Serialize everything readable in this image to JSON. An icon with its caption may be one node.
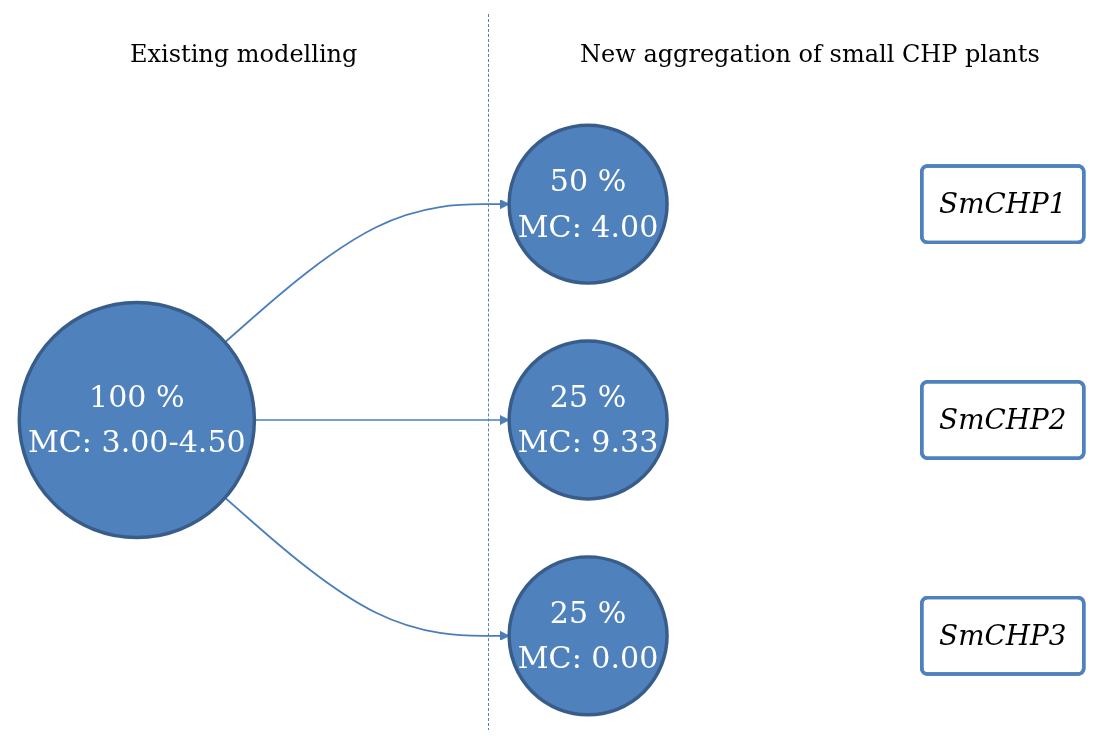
{
  "diagram": {
    "nodes": [
      {
        "text": [
          "100 %",
          "MC: 3.00-4.50"
        ]
      },
      {
        "text": [
          "50 %",
          "MC: 4.00"
        ]
      },
      {
        "text": [
          "25 %",
          "MC: 9.33"
        ]
      },
      {
        "text": [
          "25 %",
          "MC: 0.00"
        ]
      },
      {
        "text": [
          "SmCHP1"
        ]
      },
      {
        "text": [
          "SmCHP2"
        ]
      },
      {
        "text": [
          "SmCHP3"
        ]
      }
    ],
    "edges": [
      {
        "from": 0,
        "to": 1,
        "arrow": "to"
      },
      {
        "from": 0,
        "to": 2,
        "arrow": "to"
      },
      {
        "from": 0,
        "to": 3,
        "arrow": "to"
      }
    ],
    "labels": [
      "Existing modelling",
      "New aggregation of small CHP plants"
    ]
  }
}
